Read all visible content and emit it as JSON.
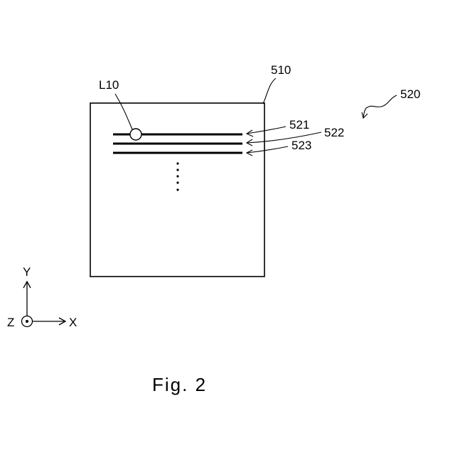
{
  "labels": {
    "panel": "510",
    "assembly": "520",
    "line_1": "521",
    "line_2": "522",
    "line_3": "523",
    "marker": "L10"
  },
  "axes": {
    "x": "X",
    "y": "Y",
    "z": "Z"
  },
  "caption": "Fig. 2"
}
